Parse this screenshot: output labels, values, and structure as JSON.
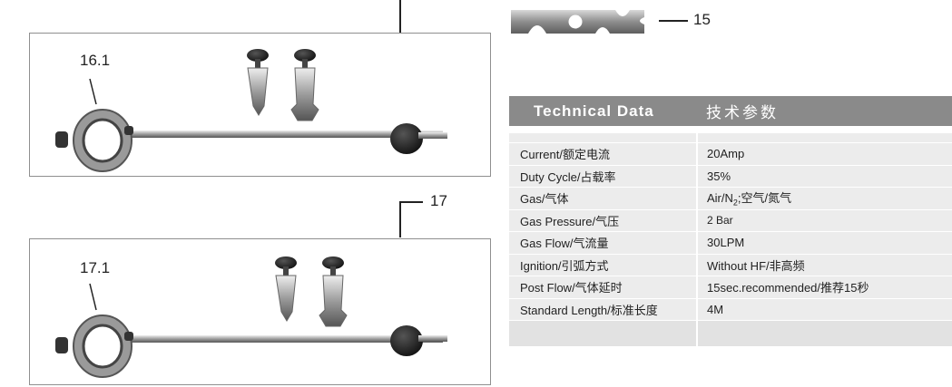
{
  "callouts": {
    "c15": "15",
    "c16_1": "16.1",
    "c17": "17",
    "c17_1": "17.1"
  },
  "tech": {
    "title_en": "Technical Data",
    "title_cn": "技术参数",
    "rows": [
      {
        "label": "Current/额定电流",
        "value": "20Amp"
      },
      {
        "label": "Duty Cycle/占载率",
        "value": "35%"
      },
      {
        "label": "Gas/气体",
        "value_pre": "Air/N",
        "value_sub": "2",
        "value_post": ";空气/氮气"
      },
      {
        "label": "Gas Pressure/气压",
        "value": "2 Bar"
      },
      {
        "label": "Gas Flow/气流量",
        "value": "30LPM"
      },
      {
        "label": "Ignition/引弧方式",
        "value": "Without HF/非高频"
      },
      {
        "label": "Post Flow/气体延时",
        "value": "15sec.recommended/推荐15秒"
      },
      {
        "label": "Standard Length/标准长度",
        "value": "4M"
      }
    ]
  },
  "colors": {
    "header_bg": "#8a8a8a",
    "row_bg": "#ececec",
    "box_border": "#8f8f8f"
  }
}
